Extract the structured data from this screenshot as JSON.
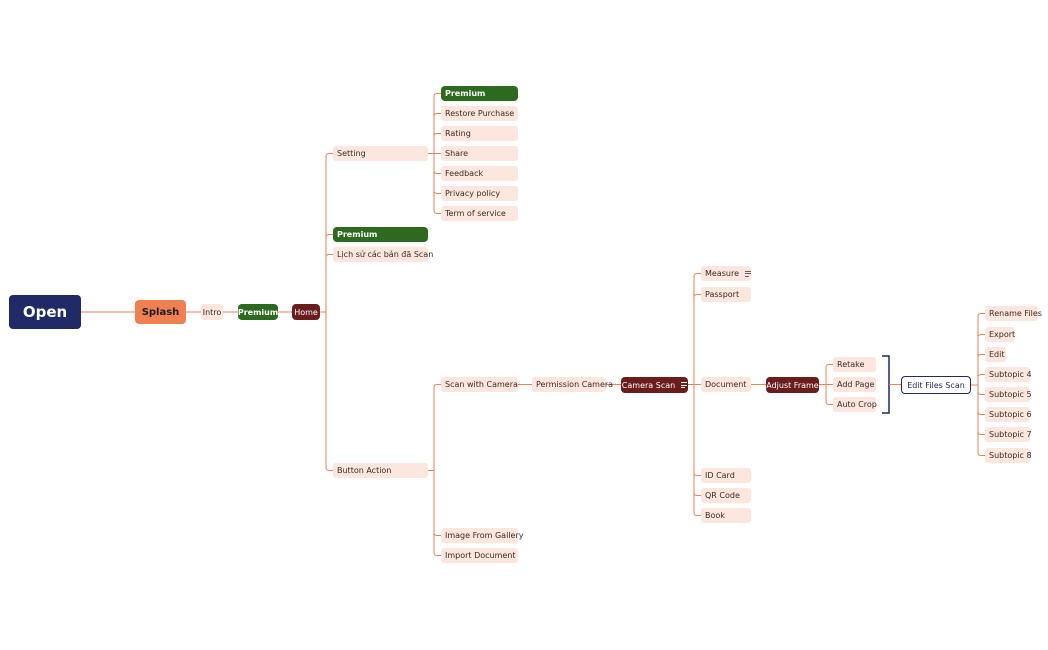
{
  "colors": {
    "connector": "#e8825a",
    "root": "#1f2a66",
    "splash": "#f08050",
    "premium": "#2d6a1f",
    "maroon": "#6b1c1c",
    "topic": "#fde6dd"
  },
  "mindmap": {
    "root": "Open",
    "splash": "Splash",
    "intro": "Intro",
    "premium": "Premium",
    "home": "Home",
    "home_children": {
      "setting": "Setting",
      "premium": "Premium",
      "history": "Lịch sử các bản đã Scan",
      "button_action": "Button Action"
    },
    "setting_children": [
      "Premium",
      "Restore Purchase",
      "Rating",
      "Share",
      "Feedback",
      "Privacy policy",
      "Term of service"
    ],
    "button_action_children": {
      "scan_with_camera": "Scan with Camera",
      "image_from_gallery": "Image From Gallery",
      "import_document": "Import Document"
    },
    "permission_camera": "Permission Camera",
    "camera_scan": "Camera Scan",
    "camera_scan_children": [
      "Measure",
      "Passport",
      "Document",
      "ID Card",
      "QR Code",
      "Book"
    ],
    "adjust_frame": "Adjust Frame",
    "adjust_children": [
      "Retake",
      "Add Page",
      "Auto Crop"
    ],
    "edit_files_scan": "Edit Files Scan",
    "edit_children": [
      "Rename Files",
      "Export",
      "Edit",
      "Subtopic 4",
      "Subtopic 5",
      "Subtopic 6",
      "Subtopic 7",
      "Subtopic 8"
    ],
    "note_icons": [
      "notes-icon",
      "notes-icon"
    ]
  }
}
